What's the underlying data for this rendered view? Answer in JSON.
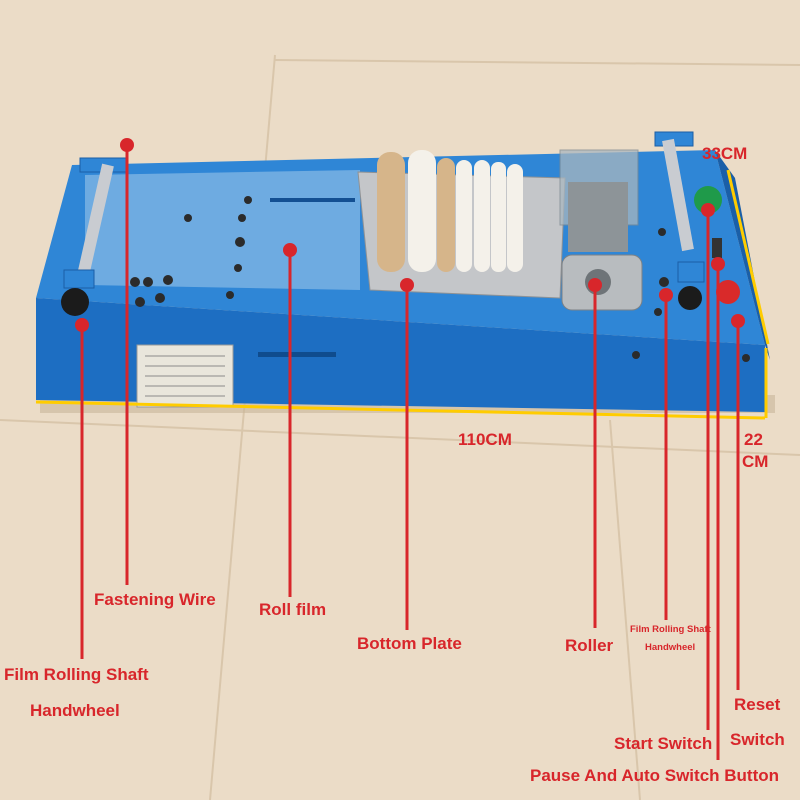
{
  "dimensions": {
    "width": "33CM",
    "length": "110CM",
    "height_line1": "22",
    "height_line2": "CM"
  },
  "labels": {
    "fastening_wire": "Fastening Wire",
    "roll_film": "Roll film",
    "bottom_plate": "Bottom Plate",
    "roller": "Roller",
    "film_shaft_handwheel_small_1": "Film Rolling Shaft",
    "film_shaft_handwheel_small_2": "Handwheel",
    "film_shaft_handwheel_1": "Film Rolling Shaft",
    "film_shaft_handwheel_2": "Handwheel",
    "reset_switch_1": "Reset",
    "reset_switch_2": "Switch",
    "start_switch": "Start Switch",
    "pause_auto_button": "Pause And Auto Switch Button"
  },
  "colors": {
    "annotation": "#d8262b",
    "machine_body": "#2f7fd0",
    "floor": "#e9dbc6"
  }
}
